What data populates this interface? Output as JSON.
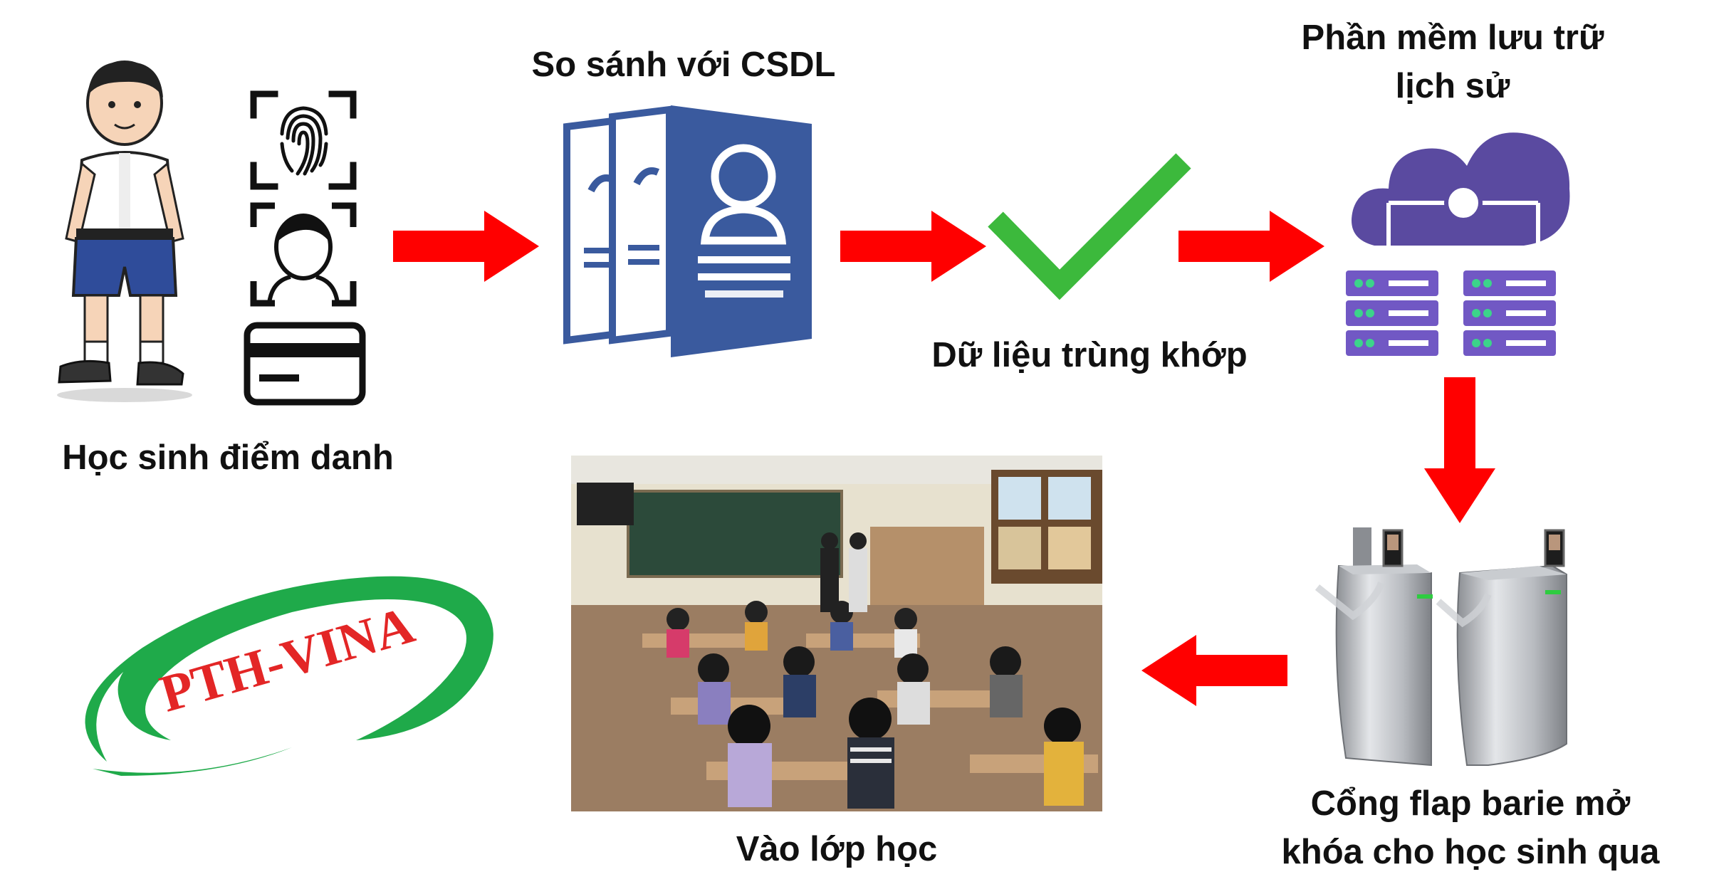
{
  "steps": {
    "checkin": {
      "label": "Học sinh điểm danh"
    },
    "compare": {
      "label": "So sánh với CSDL"
    },
    "match": {
      "label": "Dữ liệu trùng khớp"
    },
    "storage": {
      "label": "Phần mềm lưu trữ\nlịch sử"
    },
    "gate": {
      "label": "Cổng flap barie mở\nkhóa cho học sinh qua"
    },
    "classroom": {
      "label": "Vào lớp học"
    }
  },
  "logo": {
    "text": "PTH-VINA"
  },
  "colors": {
    "arrow": "#ff0000",
    "document": "#3a5a9e",
    "check": "#3cb93c",
    "cloud": "#5a4aa0",
    "server": "#7158c4",
    "logo_green": "#1faa4a",
    "logo_red": "#e32626"
  },
  "icons": [
    "student-figure",
    "fingerprint-icon",
    "face-id-icon",
    "card-icon",
    "database-documents-icon",
    "checkmark-icon",
    "cloud-server-icon",
    "turnstile-gate-photo",
    "classroom-photo"
  ]
}
